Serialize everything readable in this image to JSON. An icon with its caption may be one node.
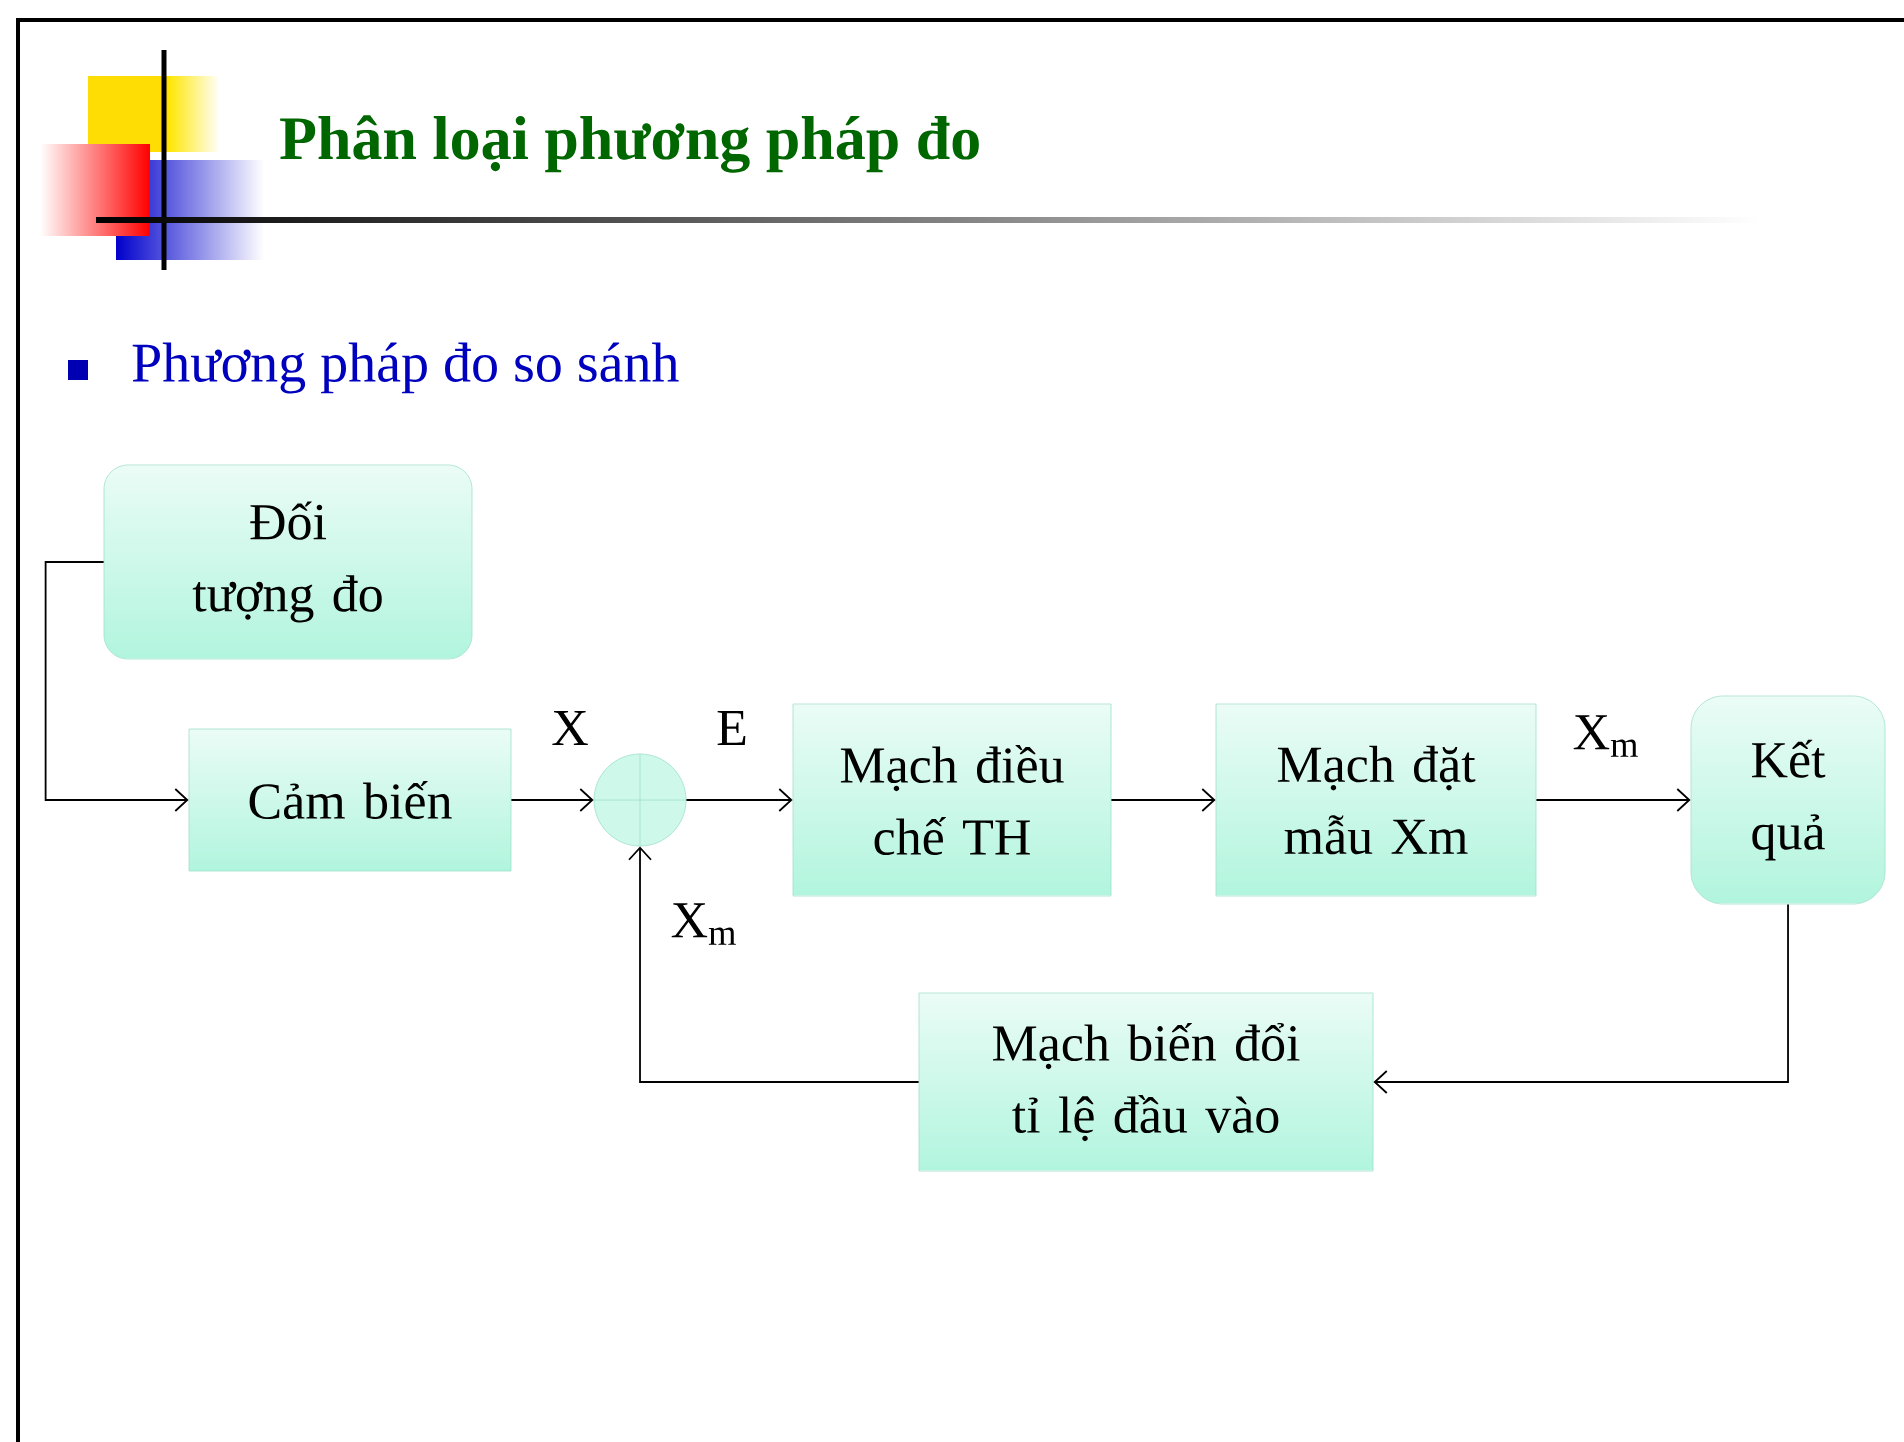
{
  "diagram": {
    "title": "Phân loại phương pháp đo",
    "nodes": [
      {
        "text": [
          "Đối tượng đo"
        ]
      },
      {
        "text": [
          "Cảm biến"
        ]
      },
      {
        "text": [],
        "shape": "circle"
      },
      {
        "text": [
          "Mạch điều chế TH"
        ]
      },
      {
        "text": [
          "Mạch đặt mẫu Xm"
        ]
      },
      {
        "text": [
          "Kết quả"
        ]
      },
      {
        "text": [
          "Mạch biến đổi tỉ lệ đầu vào"
        ]
      }
    ],
    "edges": [
      {
        "from": 0,
        "to": 1,
        "arrow": "to"
      },
      {
        "from": 1,
        "to": 2,
        "arrow": "to",
        "label": "X"
      },
      {
        "from": 2,
        "to": 3,
        "arrow": "to",
        "label": "E"
      },
      {
        "from": 3,
        "to": 4,
        "arrow": "to"
      },
      {
        "from": 4,
        "to": 5,
        "arrow": "to",
        "label": "X$_{m}$"
      },
      {
        "from": 5,
        "to": 6,
        "arrow": "to"
      },
      {
        "from": 6,
        "to": 2,
        "arrow": "to",
        "label": "X$_{m}$"
      }
    ],
    "labels": [
      "Phương pháp đo so sánh"
    ]
  }
}
